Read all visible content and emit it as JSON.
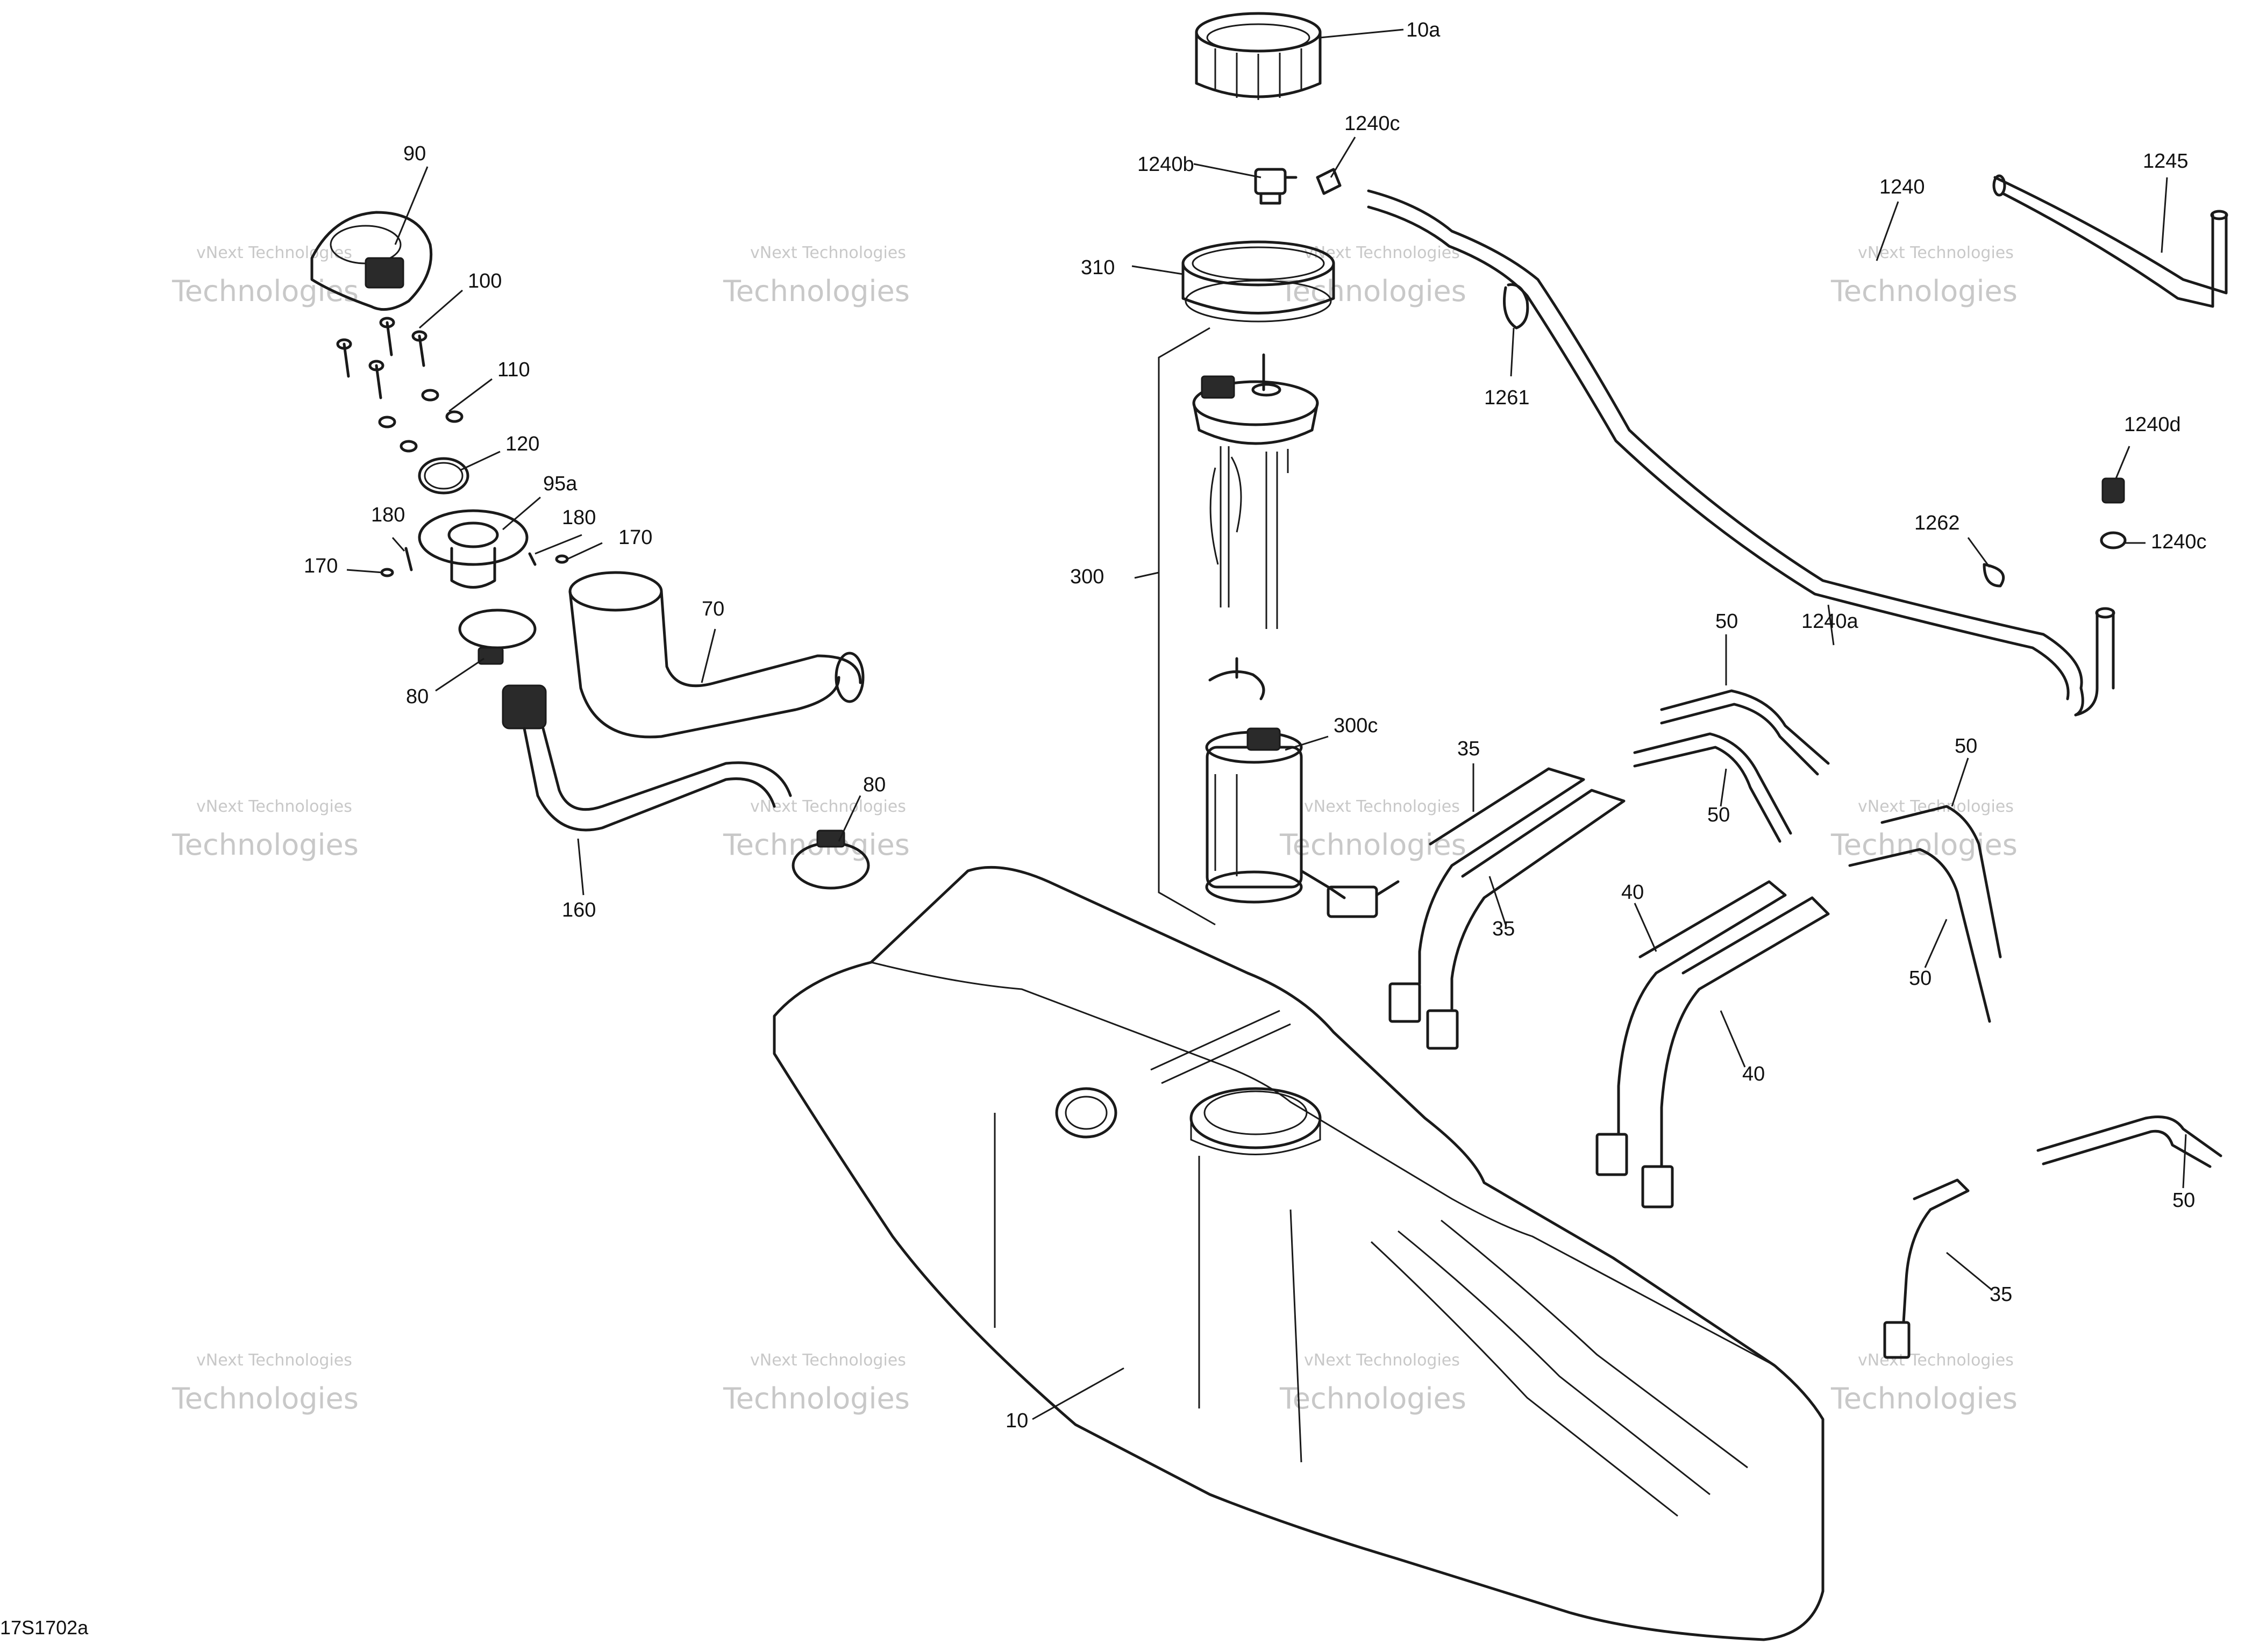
{
  "diagram_id": "17S1702a",
  "watermark": {
    "line1": "vNext Technologies",
    "line2": "Technologies"
  },
  "labels": {
    "l10a": "10a",
    "l1240c_top": "1240c",
    "l1240b": "1240b",
    "l1240": "1240",
    "l1245": "1245",
    "l310": "310",
    "l1261": "1261",
    "l90": "90",
    "l100": "100",
    "l110": "110",
    "l120": "120",
    "l95a": "95a",
    "l180_left": "180",
    "l180_right": "180",
    "l170_left": "170",
    "l170_right": "170",
    "l70": "70",
    "l80_left": "80",
    "l80_right": "80",
    "l160": "160",
    "l300": "300",
    "l300c": "300c",
    "l1240d": "1240d",
    "l1240c_right": "1240c",
    "l1262": "1262",
    "l1240a": "1240a",
    "l50_a": "50",
    "l50_b": "50",
    "l50_c": "50",
    "l50_d": "50",
    "l50_e": "50",
    "l35_a": "35",
    "l35_b": "35",
    "l35_c": "35",
    "l40_a": "40",
    "l40_b": "40",
    "l10": "10"
  }
}
